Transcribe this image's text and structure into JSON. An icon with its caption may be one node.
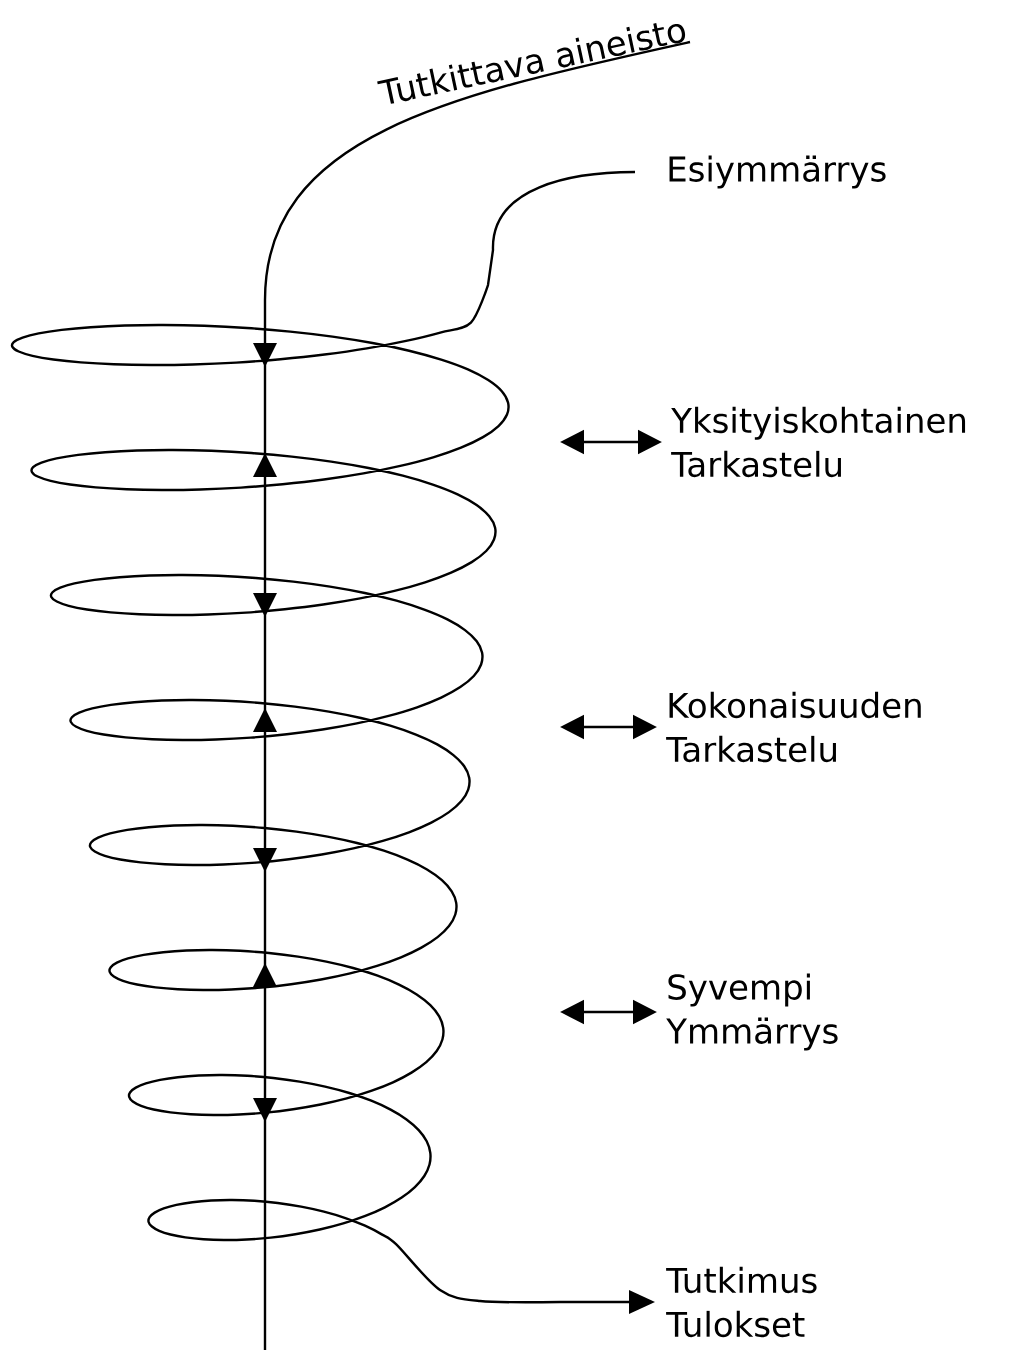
{
  "diagram": {
    "nodes": [
      {
        "text": [
          "Tutkittava aineisto"
        ]
      },
      {
        "text": [
          "Esiymmärrys"
        ]
      },
      {
        "text": [
          "Yksityiskohtainen Tarkastelu"
        ]
      },
      {
        "text": [
          "Kokonaisuuden Tarkastelu"
        ]
      },
      {
        "text": [
          "Syvempi Ymmärrys"
        ]
      },
      {
        "text": [
          "Tutkimus Tulokset"
        ]
      }
    ],
    "edges": [
      {
        "from": 0,
        "to": null,
        "arrow": "none"
      },
      {
        "from": 1,
        "to": 5,
        "arrow": "to"
      },
      {
        "from": null,
        "to": 2,
        "arrow": "both"
      },
      {
        "from": null,
        "to": 3,
        "arrow": "both"
      },
      {
        "from": null,
        "to": 4,
        "arrow": "both"
      }
    ]
  }
}
